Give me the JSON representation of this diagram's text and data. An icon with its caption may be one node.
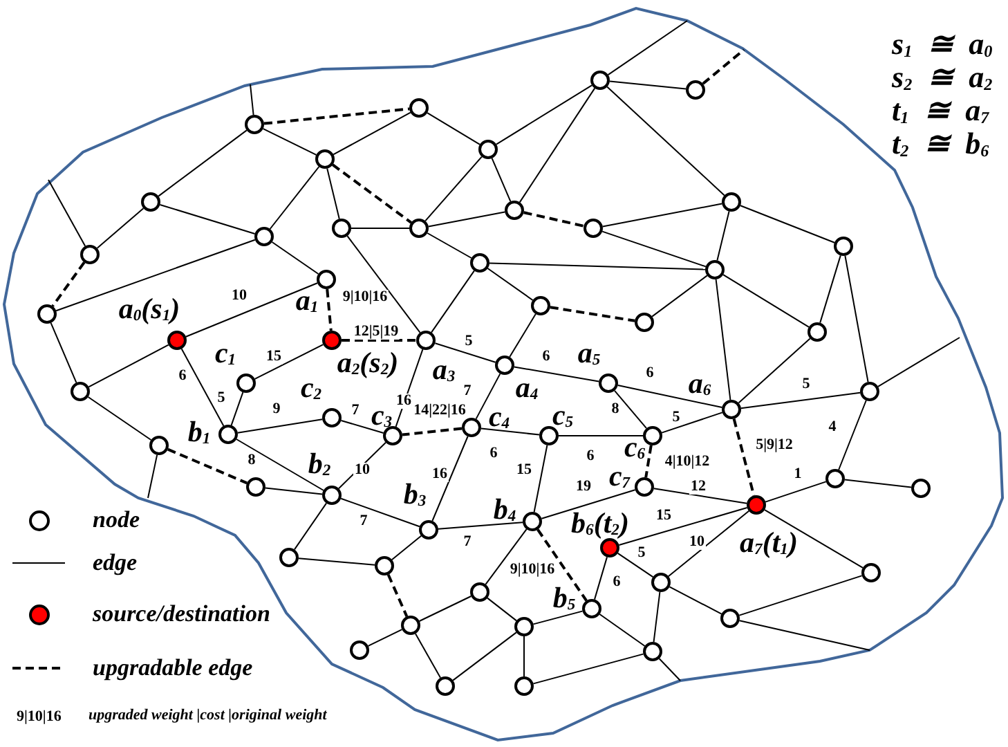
{
  "diagram": {
    "nodes": [
      {
        "text": [],
        "shape": "circle"
      },
      {
        "text": [],
        "shape": "circle"
      },
      {
        "text": [],
        "shape": "circle"
      },
      {
        "text": [],
        "shape": "circle"
      },
      {
        "text": [],
        "shape": "circle"
      },
      {
        "text": [],
        "shape": "circle"
      },
      {
        "text": [],
        "shape": "circle"
      },
      {
        "text": [],
        "shape": "circle"
      },
      {
        "text": [],
        "shape": "circle"
      },
      {
        "text": [],
        "shape": "circle"
      },
      {
        "text": [],
        "shape": "circle"
      },
      {
        "text": [],
        "shape": "circle"
      },
      {
        "text": [],
        "shape": "circle"
      },
      {
        "text": [],
        "shape": "circle"
      },
      {
        "text": [],
        "shape": "circle"
      },
      {
        "text": [],
        "shape": "circle"
      },
      {
        "text": [],
        "shape": "circle"
      },
      {
        "text": [],
        "shape": "circle",
        "beside": [
          "a$_{1}$"
        ]
      },
      {
        "text": [],
        "shape": "circle"
      },
      {
        "text": [],
        "shape": "circle"
      },
      {
        "text": [],
        "shape": "circle"
      },
      {
        "text": [],
        "shape": "circle"
      },
      {
        "text": [],
        "shape": "dot",
        "beside": [
          "a$_{0}$(s$_{1}$)"
        ]
      },
      {
        "text": [],
        "shape": "dot",
        "beside": [
          "a$_{2}$(s$_{2}$)"
        ]
      },
      {
        "text": [],
        "shape": "circle",
        "beside": [
          "a$_{3}$"
        ]
      },
      {
        "text": [],
        "shape": "circle",
        "beside": [
          "a$_{4}$"
        ]
      },
      {
        "text": [],
        "shape": "circle",
        "beside": [
          "a$_{5}$"
        ]
      },
      {
        "text": [],
        "shape": "circle",
        "beside": [
          "c$_{1}$"
        ]
      },
      {
        "text": [],
        "shape": "circle"
      },
      {
        "text": [],
        "shape": "circle"
      },
      {
        "text": [],
        "shape": "circle",
        "beside": [
          "a$_{6}$"
        ]
      },
      {
        "text": [],
        "shape": "circle",
        "beside": [
          "c$_{2}$"
        ]
      },
      {
        "text": [],
        "shape": "circle",
        "beside": [
          "c$_{4}$"
        ]
      },
      {
        "text": [],
        "shape": "circle",
        "beside": [
          "b$_{1}$"
        ]
      },
      {
        "text": [],
        "shape": "circle",
        "beside": [
          "c$_{3}$"
        ]
      },
      {
        "text": [],
        "shape": "circle",
        "beside": [
          "c$_{5}$"
        ]
      },
      {
        "text": [],
        "shape": "circle",
        "beside": [
          "c$_{6}$"
        ]
      },
      {
        "text": [],
        "shape": "circle"
      },
      {
        "text": [],
        "shape": "circle"
      },
      {
        "text": [],
        "shape": "circle"
      },
      {
        "text": [],
        "shape": "circle",
        "beside": [
          "c$_{7}$"
        ]
      },
      {
        "text": [],
        "shape": "circle"
      },
      {
        "text": [],
        "shape": "circle",
        "beside": [
          "b$_{2}$"
        ]
      },
      {
        "text": [],
        "shape": "dot",
        "beside": [
          "a$_{7}$(t$_{1}$)"
        ]
      },
      {
        "text": [],
        "shape": "circle",
        "beside": [
          "b$_{4}$"
        ]
      },
      {
        "text": [],
        "shape": "circle",
        "beside": [
          "b$_{3}$"
        ]
      },
      {
        "text": [],
        "shape": "dot",
        "beside": [
          "b$_{6}$(t$_{2}$)"
        ]
      },
      {
        "text": [],
        "shape": "circle"
      },
      {
        "text": [],
        "shape": "circle"
      },
      {
        "text": [],
        "shape": "circle"
      },
      {
        "text": [],
        "shape": "circle"
      },
      {
        "text": [],
        "shape": "circle"
      },
      {
        "text": [],
        "shape": "circle",
        "beside": [
          "b$_{5}$"
        ]
      },
      {
        "text": [],
        "shape": "circle"
      },
      {
        "text": [],
        "shape": "circle"
      },
      {
        "text": [],
        "shape": "circle"
      },
      {
        "text": [],
        "shape": "circle"
      },
      {
        "text": [],
        "shape": "circle"
      },
      {
        "text": [],
        "shape": "circle"
      },
      {
        "text": [],
        "shape": "circle"
      }
    ],
    "edges": [
      {
        "from": 3,
        "to": 2,
        "arrow": "none",
        "style": "dashed"
      },
      {
        "from": 3,
        "to": 5,
        "arrow": "none"
      },
      {
        "from": 3,
        "to": 6,
        "arrow": "none"
      },
      {
        "from": 3,
        "to": null,
        "arrow": "none"
      },
      {
        "from": 5,
        "to": 2,
        "arrow": "none"
      },
      {
        "from": 5,
        "to": 9,
        "arrow": "none"
      },
      {
        "from": 5,
        "to": 10,
        "arrow": "none",
        "style": "dashed"
      },
      {
        "from": 5,
        "to": 12,
        "arrow": "none"
      },
      {
        "from": 2,
        "to": 4,
        "arrow": "none"
      },
      {
        "from": 4,
        "to": 0,
        "arrow": "none"
      },
      {
        "from": 4,
        "to": 8,
        "arrow": "none"
      },
      {
        "from": 4,
        "to": 10,
        "arrow": "none"
      },
      {
        "from": 0,
        "to": 1,
        "arrow": "none"
      },
      {
        "from": 0,
        "to": null,
        "arrow": "none"
      },
      {
        "from": 0,
        "to": 8,
        "arrow": "none"
      },
      {
        "from": 0,
        "to": 7,
        "arrow": "none"
      },
      {
        "from": 1,
        "to": null,
        "arrow": "none",
        "style": "dashed"
      },
      {
        "from": 8,
        "to": 10,
        "arrow": "none"
      },
      {
        "from": 8,
        "to": 11,
        "arrow": "none",
        "style": "dashed"
      },
      {
        "from": 6,
        "to": 14,
        "arrow": "none"
      },
      {
        "from": 6,
        "to": 12,
        "arrow": "none"
      },
      {
        "from": 14,
        "to": 19,
        "arrow": "none",
        "style": "dashed"
      },
      {
        "from": 14,
        "to": null,
        "arrow": "none"
      },
      {
        "from": 12,
        "to": 19,
        "arrow": "none"
      },
      {
        "from": 12,
        "to": 17,
        "arrow": "none"
      },
      {
        "from": 9,
        "to": 10,
        "arrow": "none"
      },
      {
        "from": 9,
        "to": 24,
        "arrow": "none"
      },
      {
        "from": 10,
        "to": 15,
        "arrow": "none"
      },
      {
        "from": 11,
        "to": 7,
        "arrow": "none"
      },
      {
        "from": 11,
        "to": 16,
        "arrow": "none"
      },
      {
        "from": 7,
        "to": 16,
        "arrow": "none"
      },
      {
        "from": 7,
        "to": 13,
        "arrow": "none"
      },
      {
        "from": 15,
        "to": 16,
        "arrow": "none"
      },
      {
        "from": 15,
        "to": 18,
        "arrow": "none"
      },
      {
        "from": 15,
        "to": 24,
        "arrow": "none"
      },
      {
        "from": 16,
        "to": 30,
        "arrow": "none"
      },
      {
        "from": 16,
        "to": 21,
        "arrow": "none"
      },
      {
        "from": 21,
        "to": 13,
        "arrow": "none"
      },
      {
        "from": 13,
        "to": 29,
        "arrow": "none"
      },
      {
        "from": 18,
        "to": 20,
        "arrow": "none",
        "style": "dashed"
      },
      {
        "from": 18,
        "to": 25,
        "arrow": "none"
      },
      {
        "from": 20,
        "to": 16,
        "arrow": "none"
      },
      {
        "from": 19,
        "to": 28,
        "arrow": "none"
      },
      {
        "from": 22,
        "to": 17,
        "label": "10",
        "arrow": "none"
      },
      {
        "from": 22,
        "to": 28,
        "arrow": "none"
      },
      {
        "from": 22,
        "to": 33,
        "label": "6",
        "arrow": "none"
      },
      {
        "from": 17,
        "to": 23,
        "label": "9|10|16",
        "arrow": "none",
        "style": "dashed"
      },
      {
        "from": 23,
        "to": 24,
        "label": "12|5|19",
        "arrow": "none",
        "style": "dashed"
      },
      {
        "from": 23,
        "to": 27,
        "label": "15",
        "arrow": "none"
      },
      {
        "from": 24,
        "to": 25,
        "label": "5",
        "arrow": "none"
      },
      {
        "from": 24,
        "to": 34,
        "label": "16",
        "arrow": "none"
      },
      {
        "from": 25,
        "to": 26,
        "label": "6",
        "arrow": "none"
      },
      {
        "from": 25,
        "to": 32,
        "label": "7",
        "arrow": "none"
      },
      {
        "from": 26,
        "to": 30,
        "label": "6",
        "arrow": "none"
      },
      {
        "from": 26,
        "to": 36,
        "label": "8",
        "arrow": "none"
      },
      {
        "from": 27,
        "to": 33,
        "label": "5",
        "arrow": "none"
      },
      {
        "from": 28,
        "to": 37,
        "arrow": "none"
      },
      {
        "from": 29,
        "to": 30,
        "label": "5",
        "arrow": "none"
      },
      {
        "from": 29,
        "to": 38,
        "label": "4",
        "arrow": "none"
      },
      {
        "from": 29,
        "to": null,
        "arrow": "none"
      },
      {
        "from": 30,
        "to": 21,
        "arrow": "none"
      },
      {
        "from": 30,
        "to": 36,
        "label": "5",
        "arrow": "none"
      },
      {
        "from": 30,
        "to": 43,
        "label": "5|9|12",
        "arrow": "none",
        "style": "dashed"
      },
      {
        "from": 31,
        "to": 33,
        "label": "9",
        "arrow": "none"
      },
      {
        "from": 31,
        "to": 34,
        "label": "7",
        "arrow": "none"
      },
      {
        "from": 32,
        "to": 34,
        "label": "14|22|16",
        "arrow": "none",
        "style": "dashed"
      },
      {
        "from": 32,
        "to": 35,
        "label": "6",
        "arrow": "none"
      },
      {
        "from": 32,
        "to": 45,
        "label": "16",
        "arrow": "none"
      },
      {
        "from": 33,
        "to": 42,
        "label": "8",
        "arrow": "none"
      },
      {
        "from": 34,
        "to": 42,
        "label": "10",
        "arrow": "none"
      },
      {
        "from": 35,
        "to": 36,
        "label": "6",
        "arrow": "none"
      },
      {
        "from": 35,
        "to": 44,
        "label": "15",
        "arrow": "none"
      },
      {
        "from": 36,
        "to": 40,
        "label": "4|10|12",
        "arrow": "none",
        "style": "dashed"
      },
      {
        "from": 37,
        "to": 39,
        "arrow": "none",
        "style": "dashed"
      },
      {
        "from": 37,
        "to": null,
        "arrow": "none"
      },
      {
        "from": 38,
        "to": 43,
        "label": "1",
        "arrow": "none"
      },
      {
        "from": 38,
        "to": 41,
        "arrow": "none"
      },
      {
        "from": 39,
        "to": 42,
        "arrow": "none"
      },
      {
        "from": 40,
        "to": 43,
        "label": "12",
        "arrow": "none"
      },
      {
        "from": 40,
        "to": 44,
        "label": "19",
        "arrow": "none"
      },
      {
        "from": 42,
        "to": 45,
        "label": "7",
        "arrow": "none"
      },
      {
        "from": 42,
        "to": 47,
        "arrow": "none"
      },
      {
        "from": 43,
        "to": 46,
        "label": "15",
        "arrow": "none"
      },
      {
        "from": 43,
        "to": 50,
        "label": "10",
        "arrow": "none"
      },
      {
        "from": 43,
        "to": 49,
        "arrow": "none"
      },
      {
        "from": 44,
        "to": 45,
        "label": "7",
        "arrow": "none"
      },
      {
        "from": 44,
        "to": 51,
        "arrow": "none"
      },
      {
        "from": 44,
        "to": 52,
        "label": "9|10|16",
        "arrow": "none",
        "style": "dashed"
      },
      {
        "from": 45,
        "to": 48,
        "arrow": "none"
      },
      {
        "from": 46,
        "to": 50,
        "label": "5",
        "arrow": "none"
      },
      {
        "from": 46,
        "to": 52,
        "label": "6",
        "arrow": "none"
      },
      {
        "from": 47,
        "to": 48,
        "arrow": "none"
      },
      {
        "from": 48,
        "to": 54,
        "arrow": "none",
        "style": "dashed"
      },
      {
        "from": 49,
        "to": 53,
        "arrow": "none"
      },
      {
        "from": 50,
        "to": 53,
        "arrow": "none"
      },
      {
        "from": 50,
        "to": 57,
        "arrow": "none"
      },
      {
        "from": 51,
        "to": 54,
        "arrow": "none"
      },
      {
        "from": 51,
        "to": 55,
        "arrow": "none"
      },
      {
        "from": 52,
        "to": 55,
        "arrow": "none"
      },
      {
        "from": 52,
        "to": 57,
        "arrow": "none"
      },
      {
        "from": 53,
        "to": null,
        "arrow": "none"
      },
      {
        "from": 54,
        "to": 56,
        "arrow": "none"
      },
      {
        "from": 54,
        "to": 58,
        "arrow": "none"
      },
      {
        "from": 55,
        "to": 58,
        "arrow": "none"
      },
      {
        "from": 55,
        "to": 59,
        "arrow": "none"
      },
      {
        "from": 57,
        "to": 59,
        "arrow": "none"
      },
      {
        "from": 57,
        "to": null,
        "arrow": "none"
      }
    ],
    "labels": [
      "s$_{1}$ ≅ a$_{0}$",
      "s$_{2}$ ≅ a$_{2}$",
      "t$_{1}$ ≅ a$_{7}$",
      "t$_{2}$ ≅ b$_{6}$",
      "9|10|16",
      "upgraded weight |cost |original weight"
    ],
    "legend": [
      {
        "text": "node"
      },
      {
        "text": "edge"
      },
      {
        "text": "source/destination",
        "color": "#ff0000"
      },
      {
        "text": "upgradable edge"
      }
    ]
  }
}
